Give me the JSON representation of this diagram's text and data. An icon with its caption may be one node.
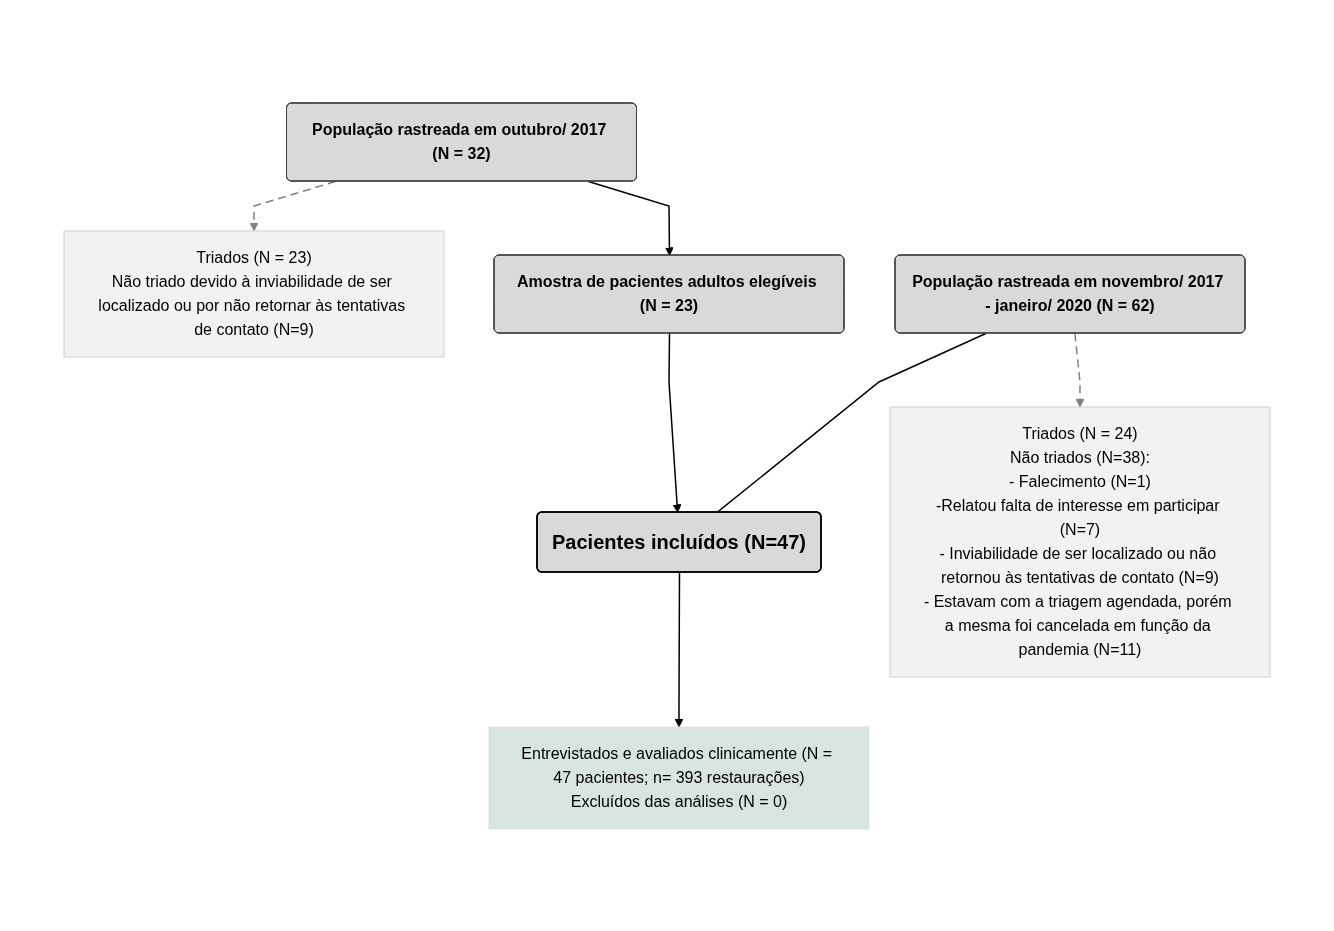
{
  "diagram": {
    "nodes": [
      {
        "text": [
          "População rastreada em outubro/ 2017 (N = 32)"
        ]
      },
      {
        "text": [
          "Triados (N = 23)",
          "Não triado devido à inviabilidade de ser localizado ou por não retornar às tentativas de contato (N=9)"
        ]
      },
      {
        "text": [
          "Amostra de pacientes adultos elegíveis (N = 23)"
        ]
      },
      {
        "text": [
          "População rastreada em novembro/ 2017 - janeiro/ 2020 (N = 62)"
        ]
      },
      {
        "text": [
          "Triados (N = 24)",
          "Não triados (N=38):",
          "- Falecimento (N=1)",
          "-Relatou falta de interesse em participar (N=7)",
          "- Inviabilidade de ser localizado ou não retornou às tentativas de contato (N=9)",
          "- Estavam com a triagem agendada, porém a mesma foi cancelada em função da pandemia (N=11)"
        ]
      },
      {
        "text": [
          "Pacientes incluídos (N=47)"
        ]
      },
      {
        "text": [
          "Entrevistados e avaliados clinicamente (N = 47 pacientes; n= 393 restaurações)",
          "Excluídos das análises (N = 0)"
        ]
      }
    ],
    "edges": [
      {
        "from": 0,
        "to": 2,
        "arrow": "to"
      },
      {
        "from": 0,
        "to": 1,
        "arrow": "to",
        "style": "dashed",
        "color": "#808080"
      },
      {
        "from": 2,
        "to": 5,
        "arrow": "to"
      },
      {
        "from": 3,
        "to": 5,
        "arrow": "none"
      },
      {
        "from": 3,
        "to": 4,
        "arrow": "to",
        "style": "dashed",
        "color": "#808080"
      },
      {
        "from": 5,
        "to": 6,
        "arrow": "to"
      }
    ]
  }
}
